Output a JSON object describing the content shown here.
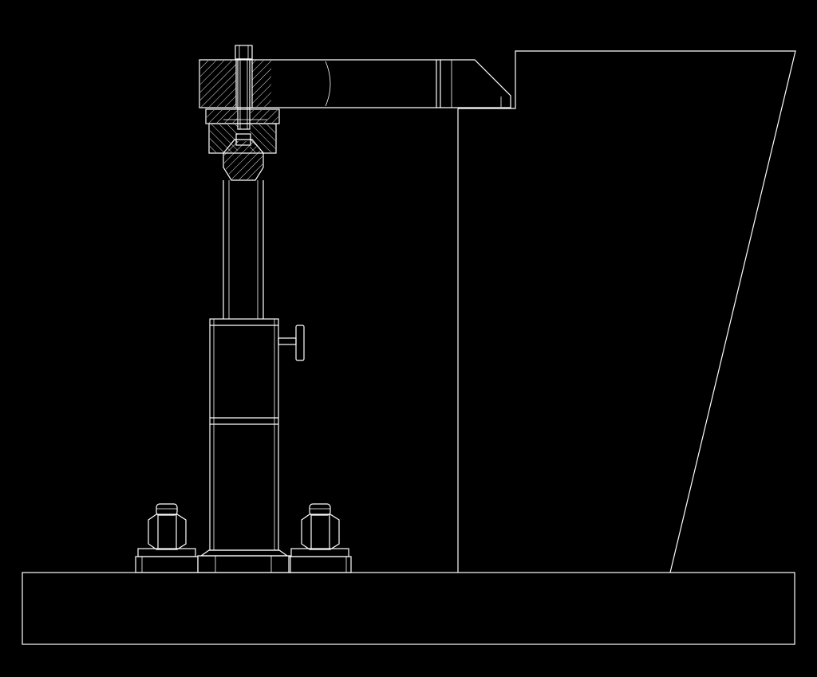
{
  "drawing": {
    "background_color": "#000000",
    "line_color": "#ffffff",
    "view": "front-elevation",
    "components": [
      "base-plate",
      "tapered-workpiece",
      "clamp-arm",
      "clamp-screw",
      "swivel-pad",
      "support-column",
      "locking-handle",
      "hex-nut-left",
      "hex-nut-right",
      "column-base-flange"
    ]
  }
}
